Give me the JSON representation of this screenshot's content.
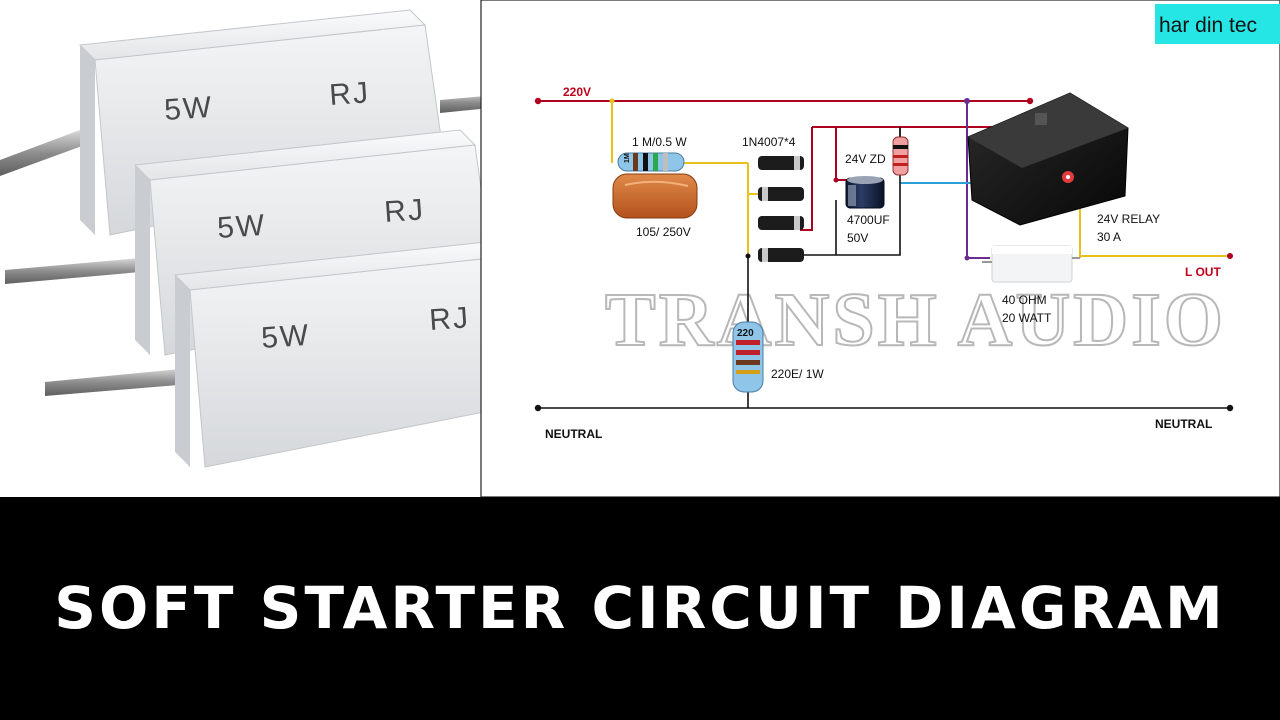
{
  "brand": {
    "text": "har din tec",
    "bg_color": "#26e5e5"
  },
  "photo": {
    "resistors": [
      {
        "power": "5W",
        "code": "RJ"
      },
      {
        "power": "5W",
        "code": "RJ"
      },
      {
        "power": "5W",
        "code": "RJ"
      }
    ]
  },
  "schematic": {
    "supply_label": "220V",
    "neutral_left": "NEUTRAL",
    "neutral_right": "NEUTRAL",
    "output_label": "L OUT",
    "resistor_1m": {
      "body": "1M",
      "label": "1 M/0.5 W"
    },
    "capacitor_label": "105/ 250V",
    "diodes_label": "1N4007*4",
    "zener_label": "24V ZD",
    "electrolytic": {
      "value": "4700UF",
      "voltage": "50V"
    },
    "relay": {
      "name": "24V RELAY",
      "rating": "30 A"
    },
    "power_resistor": {
      "value": "40 OHM",
      "power": "20 WATT"
    },
    "resistor_220": {
      "body": "220",
      "label": "220E/ 1W"
    },
    "watermark": "TRANSH AUDIO",
    "wire_colors": {
      "live": "#b00020",
      "yellow": "#e8c21a",
      "neutral": "#111111",
      "purple": "#6a2c91",
      "blue": "#2a9fd8"
    }
  },
  "banner": {
    "title": "SOFT STARTER CIRCUIT DIAGRAM",
    "bg_color": "#000000"
  }
}
